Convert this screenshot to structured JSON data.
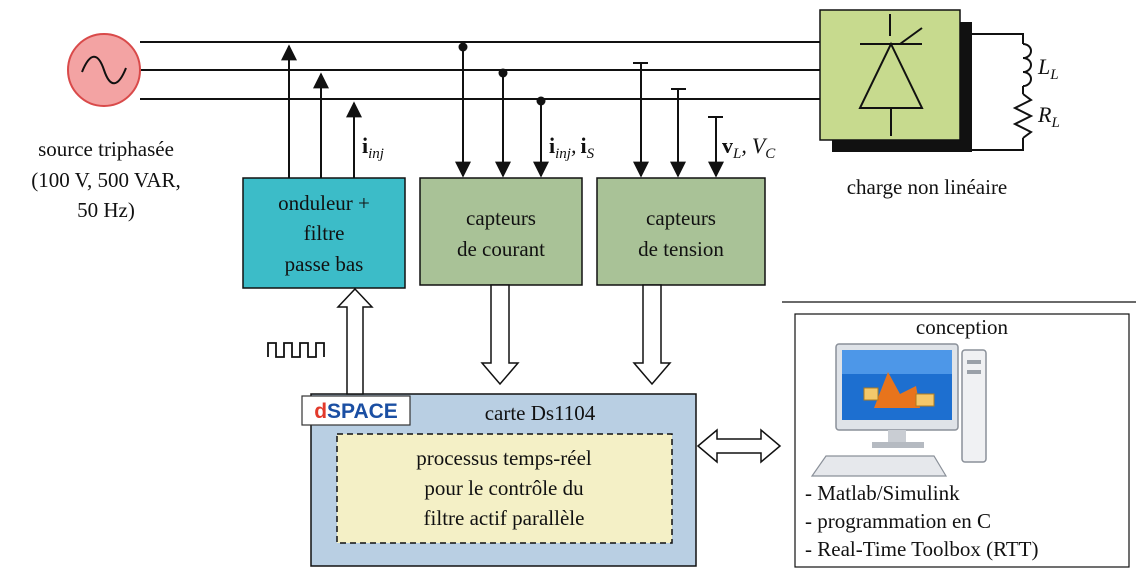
{
  "source": {
    "name": "source triphasée",
    "params_line1": "(100 V, 500 VAR,",
    "params_line2": "50 Hz)"
  },
  "load": {
    "caption": "charge non linéaire",
    "inductor_base": "L",
    "inductor_sub": "L",
    "resistor_base": "R",
    "resistor_sub": "L"
  },
  "inverter_block": {
    "line1": "onduleur +",
    "line2": "filtre",
    "line3": "passe bas"
  },
  "current_sensors_block": {
    "line1": "capteurs",
    "line2": "de courant"
  },
  "voltage_sensors_block": {
    "line1": "capteurs",
    "line2": "de tension"
  },
  "signals": {
    "i_inj_base": "i",
    "i_inj_sub": "inj",
    "currents_a_base": "i",
    "currents_a_sub": "inj",
    "currents_sep": ",",
    "currents_b_base": "i",
    "currents_b_sub": "S",
    "voltages_a_base": "v",
    "voltages_a_sub": "L",
    "voltages_sep": ",",
    "voltages_b_base": "V",
    "voltages_b_sub": "C"
  },
  "dspace": {
    "logo_d": "d",
    "logo_rest": "SPACE",
    "card_title": "carte Ds1104",
    "process_line1": "processus temps-réel",
    "process_line2": "pour le contrôle du",
    "process_line3": "filtre actif parallèle"
  },
  "conception": {
    "title": "conception",
    "items": [
      "- Matlab/Simulink",
      "- programmation en C",
      "- Real-Time Toolbox (RTT)"
    ]
  },
  "colors": {
    "source_fill": "#f3a3a3",
    "source_stroke": "#d94a4a",
    "inverter_fill": "#3cbcc8",
    "sensor_fill": "#a9c297",
    "card_fill": "#b9cfe3",
    "process_fill": "#f4f0c6",
    "load_fill": "#c7da8e",
    "logo_red": "#e23a2c",
    "logo_blue": "#1b4fa3"
  }
}
